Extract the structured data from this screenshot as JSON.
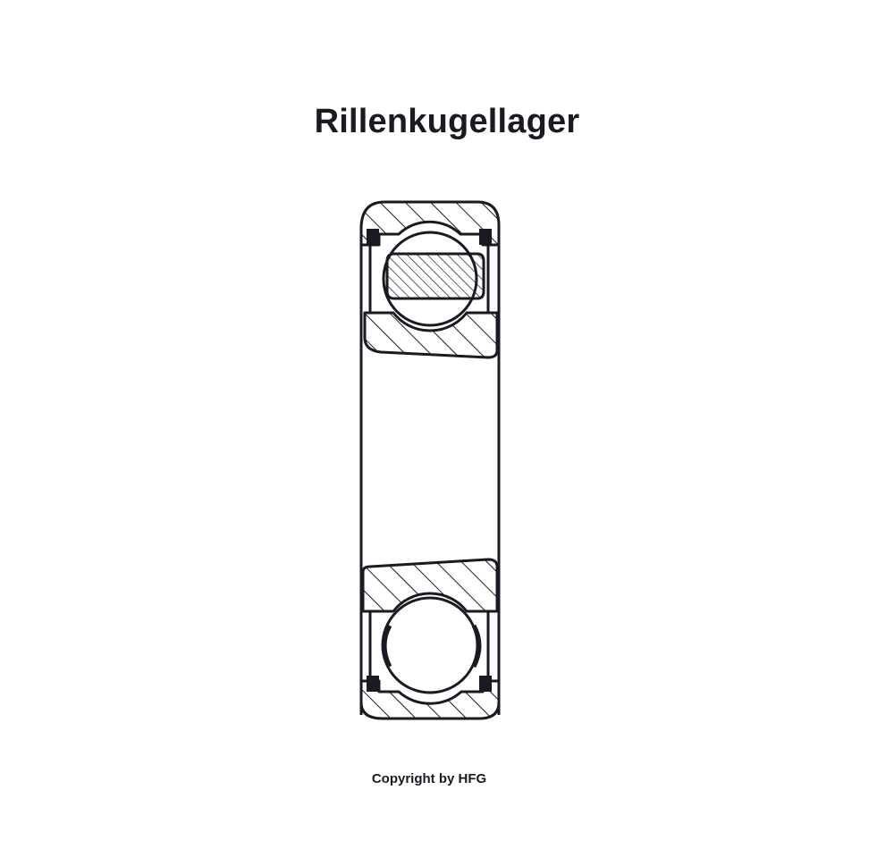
{
  "title": "Rillenkugellager",
  "copyright": "Copyright by HFG",
  "colors": {
    "line": "#1a1a22",
    "background": "#ffffff"
  },
  "drawing": {
    "subject": "deep groove ball bearing cross-section",
    "hatched_parts": [
      "outer-ring-top",
      "inner-ring-top",
      "cage-top",
      "inner-ring-bottom",
      "outer-ring-bottom"
    ],
    "balls": 2,
    "seals": 4
  }
}
